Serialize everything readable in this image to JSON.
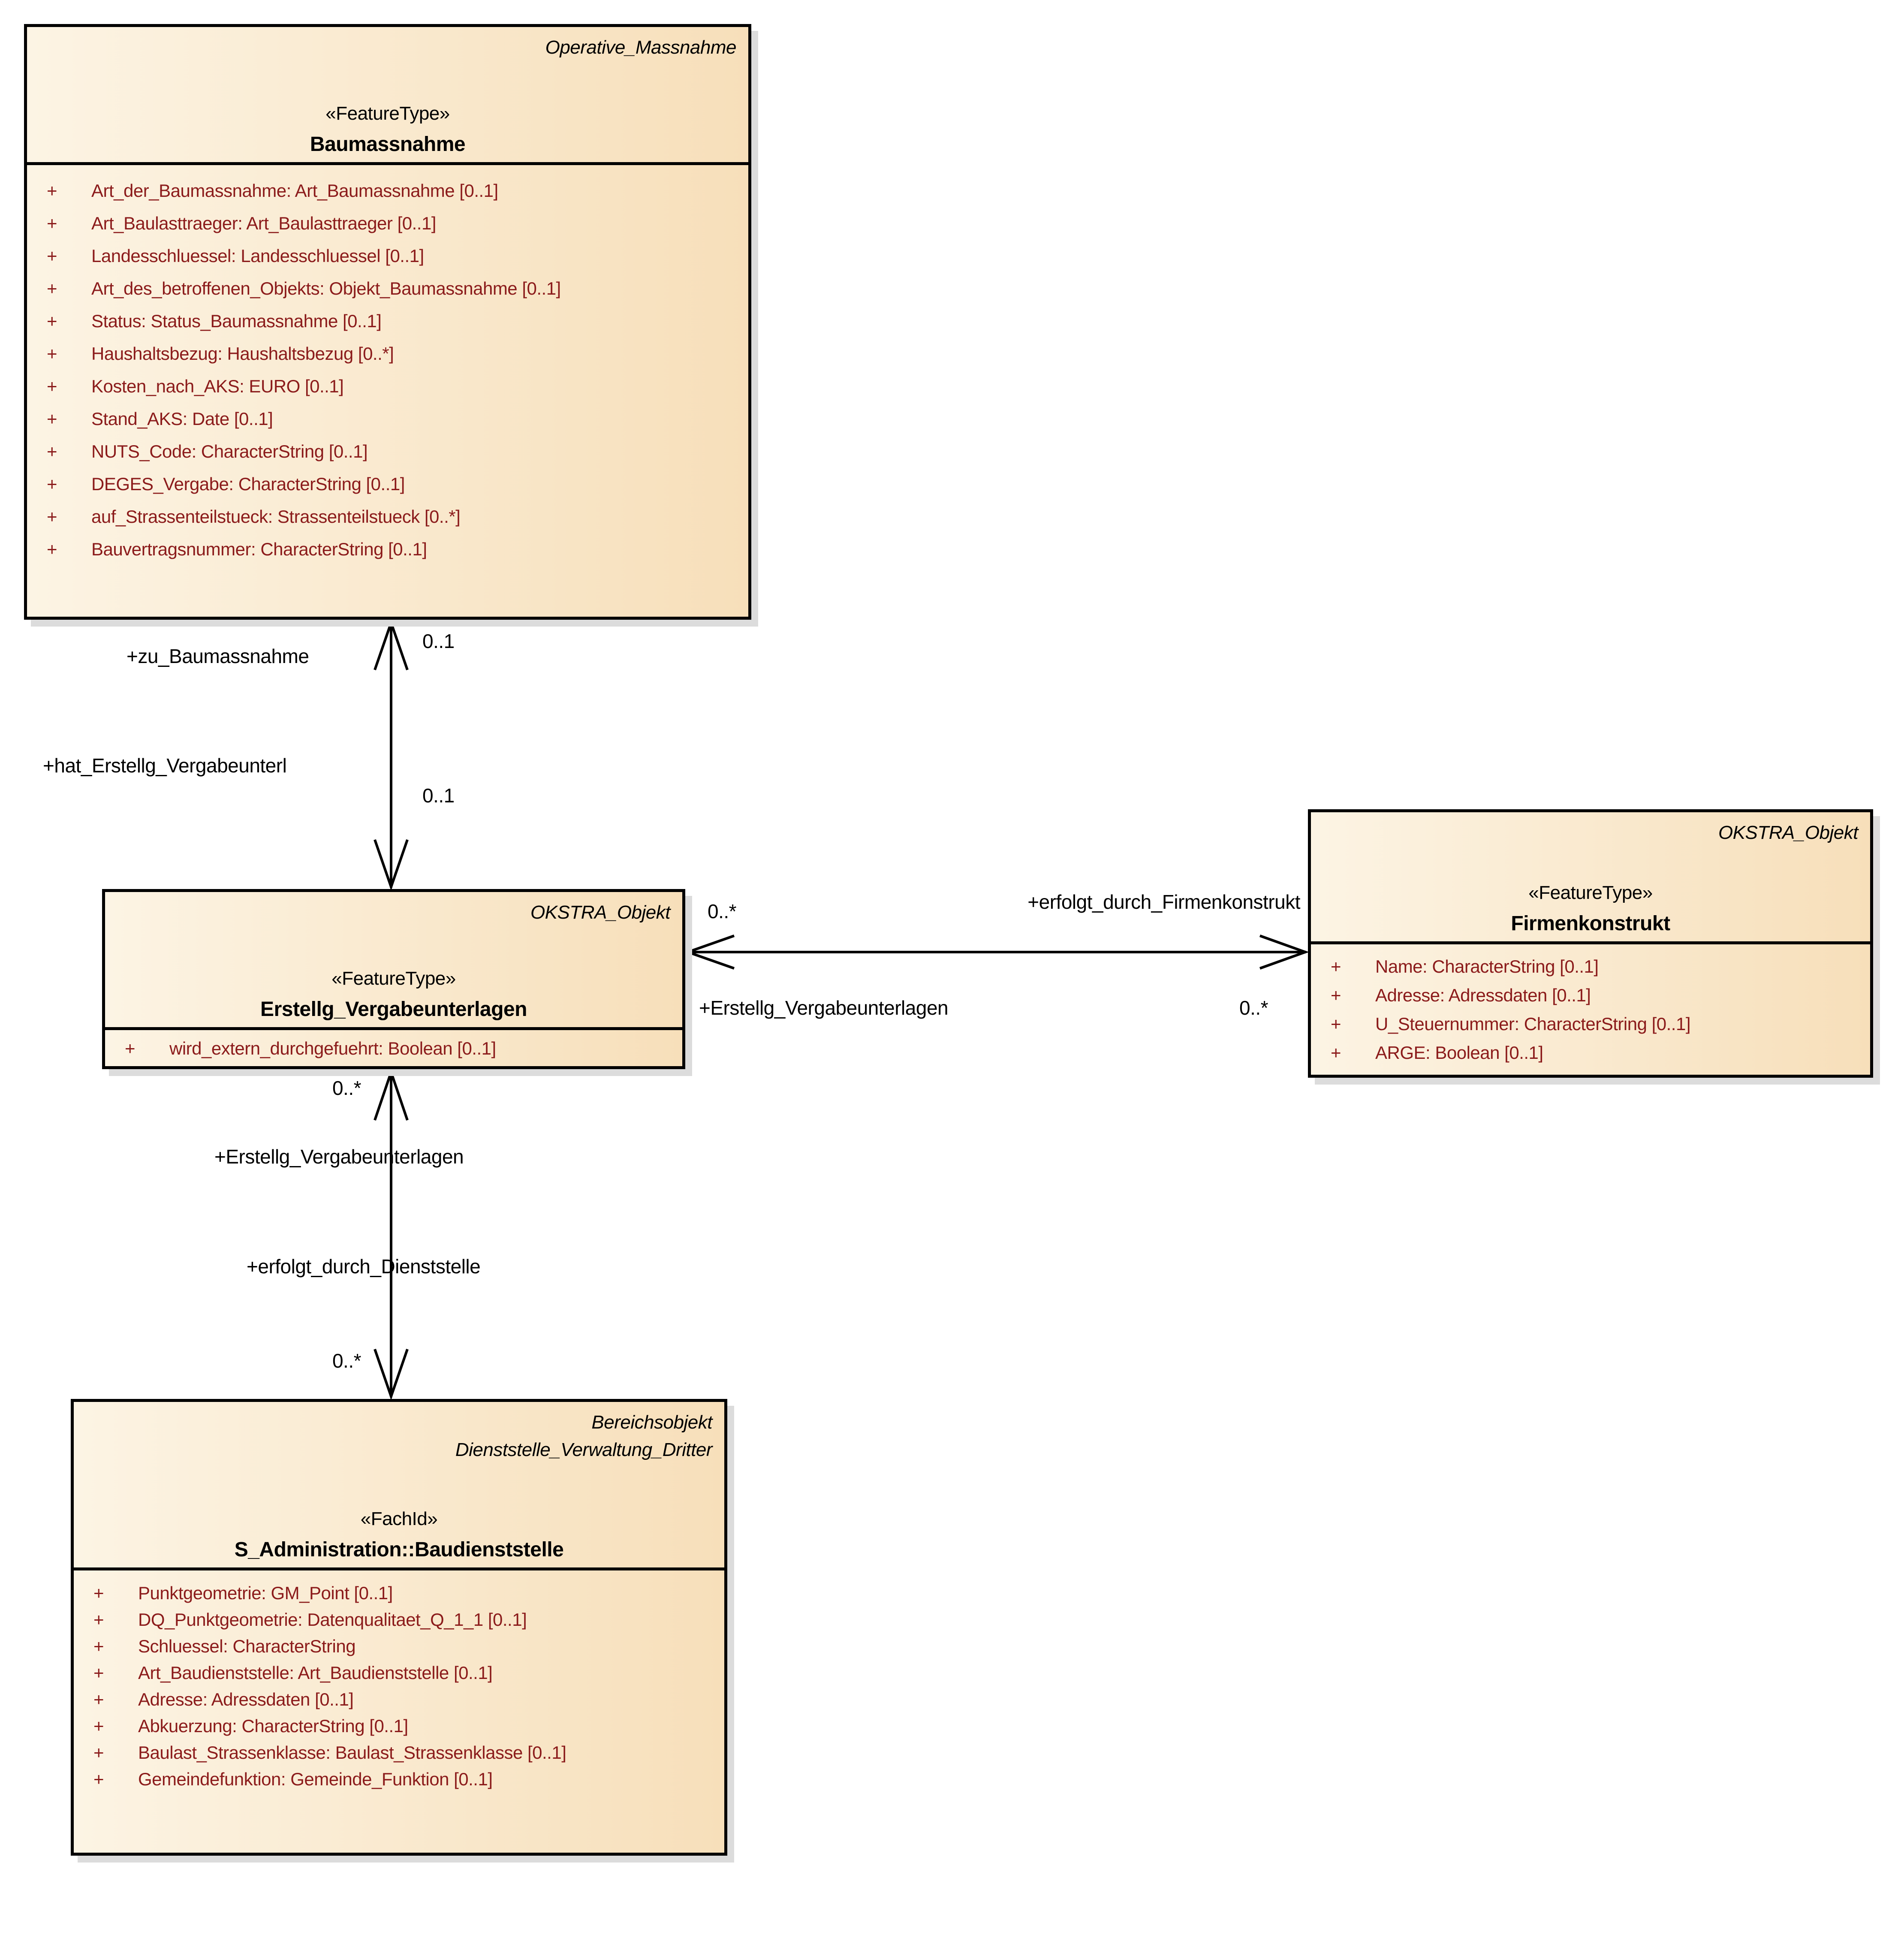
{
  "colors": {
    "background": "#ffffff",
    "box_fill_left": "#fcf4e4",
    "box_fill_right": "#f7dfba",
    "box_border": "#000000",
    "attribute_text": "#8b1b1b",
    "label_text": "#000000",
    "shadow": "#dcdcdc"
  },
  "classes": {
    "baumassnahme": {
      "tags": [
        "Operative_Massnahme"
      ],
      "stereotype": "«FeatureType»",
      "name": "Baumassnahme",
      "visibility": "+",
      "attributes": [
        "Art_der_Baumassnahme: Art_Baumassnahme [0..1]",
        "Art_Baulasttraeger: Art_Baulasttraeger [0..1]",
        "Landesschluessel: Landesschluessel [0..1]",
        "Art_des_betroffenen_Objekts: Objekt_Baumassnahme [0..1]",
        "Status: Status_Baumassnahme [0..1]",
        "Haushaltsbezug: Haushaltsbezug [0..*]",
        "Kosten_nach_AKS: EURO [0..1]",
        "Stand_AKS: Date [0..1]",
        "NUTS_Code: CharacterString [0..1]",
        "DEGES_Vergabe: CharacterString [0..1]",
        "auf_Strassenteilstueck: Strassenteilstueck [0..*]",
        "Bauvertragsnummer: CharacterString [0..1]"
      ]
    },
    "erstellg": {
      "tags": [
        "OKSTRA_Objekt"
      ],
      "stereotype": "«FeatureType»",
      "name": "Erstellg_Vergabeunterlagen",
      "visibility": "+",
      "attributes": [
        "wird_extern_durchgefuehrt: Boolean [0..1]"
      ]
    },
    "firmenkonstrukt": {
      "tags": [
        "OKSTRA_Objekt"
      ],
      "stereotype": "«FeatureType»",
      "name": "Firmenkonstrukt",
      "visibility": "+",
      "attributes": [
        "Name: CharacterString [0..1]",
        "Adresse: Adressdaten [0..1]",
        "U_Steuernummer: CharacterString [0..1]",
        "ARGE: Boolean [0..1]"
      ]
    },
    "baudienststelle": {
      "tags": [
        "Bereichsobjekt",
        "Dienststelle_Verwaltung_Dritter"
      ],
      "stereotype": "«FachId»",
      "name": "S_Administration::Baudienststelle",
      "visibility": "+",
      "attributes": [
        "Punktgeometrie: GM_Point [0..1]",
        "DQ_Punktgeometrie: Datenqualitaet_Q_1_1 [0..1]",
        "Schluessel: CharacterString",
        "Art_Baudienststelle: Art_Baudienststelle [0..1]",
        "Adresse: Adressdaten [0..1]",
        "Abkuerzung: CharacterString [0..1]",
        "Baulast_Strassenklasse: Baulast_Strassenklasse [0..1]",
        "Gemeindefunktion: Gemeinde_Funktion [0..1]"
      ]
    }
  },
  "associations": {
    "baumassnahme_erstellg": {
      "role_top": "+zu_Baumassnahme",
      "multiplicity_top": "0..1",
      "role_bottom": "+hat_Erstellg_Vergabeunterl",
      "multiplicity_bottom": "0..1"
    },
    "erstellg_firmenkonstrukt": {
      "multiplicity_left": "0..*",
      "role_right": "+erfolgt_durch_Firmenkonstrukt",
      "role_left": "+Erstellg_Vergabeunterlagen",
      "multiplicity_right": "0..*"
    },
    "erstellg_baudienststelle": {
      "multiplicity_top": "0..*",
      "role_top": "+Erstellg_Vergabeunterlagen",
      "role_bottom": "+erfolgt_durch_Dienststelle",
      "multiplicity_bottom": "0..*"
    }
  }
}
